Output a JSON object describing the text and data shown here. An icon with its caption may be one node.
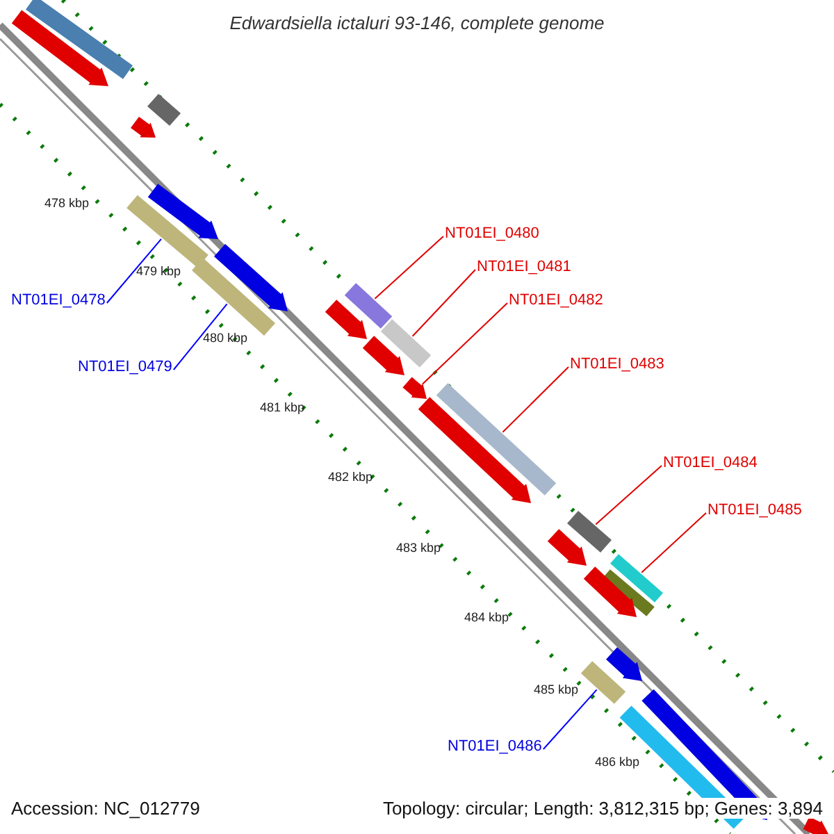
{
  "diagram": {
    "title": "Edwardsiella ictaluri 93-146, complete genome",
    "nodes": [
      {
        "text": [
          "NT01EI_0480"
        ]
      },
      {
        "text": [
          "NT01EI_0481"
        ]
      },
      {
        "text": [
          "NT01EI_0482"
        ]
      },
      {
        "text": [
          "NT01EI_0483"
        ]
      },
      {
        "text": [
          "NT01EI_0484"
        ]
      },
      {
        "text": [
          "NT01EI_0485"
        ]
      },
      {
        "text": [
          "NT01EI_0478"
        ]
      },
      {
        "text": [
          "NT01EI_0479"
        ]
      },
      {
        "text": [
          "NT01EI_0486"
        ]
      },
      {
        "text": [],
        "shape": "bar"
      },
      {
        "text": [],
        "shape": "bar"
      },
      {
        "text": [],
        "shape": "arrow"
      },
      {
        "text": [],
        "shape": "bar"
      },
      {
        "text": [],
        "shape": "bar"
      },
      {
        "text": [],
        "shape": "bar"
      },
      {
        "text": [],
        "shape": "bar"
      },
      {
        "text": [],
        "shape": "bar"
      },
      {
        "text": [],
        "shape": "bar"
      },
      {
        "text": [],
        "shape": "bar"
      },
      {
        "text": [],
        "shape": "arrow"
      },
      {
        "text": [],
        "shape": "bar"
      },
      {
        "text": [],
        "shape": "arrow"
      },
      {
        "text": [],
        "shape": "arrow"
      },
      {
        "text": [],
        "shape": "arrow"
      },
      {
        "text": [],
        "shape": "arrow"
      },
      {
        "text": [],
        "shape": "arrow"
      },
      {
        "text": [],
        "shape": "arrow"
      },
      {
        "text": [],
        "shape": "arrow"
      },
      {
        "text": [],
        "shape": "bar"
      },
      {
        "text": [],
        "shape": "arrow"
      },
      {
        "text": [],
        "shape": "arrow"
      },
      {
        "text": [],
        "shape": "bar"
      },
      {
        "text": [],
        "shape": "arrow"
      },
      {
        "text": [],
        "shape": "arrow"
      }
    ],
    "edges": [
      {
        "from": 0,
        "to": 9,
        "arrow": "none"
      },
      {
        "from": 1,
        "to": 10,
        "arrow": "none"
      },
      {
        "from": 2,
        "to": 11,
        "arrow": "none"
      },
      {
        "from": 3,
        "to": 12,
        "arrow": "none"
      },
      {
        "from": 4,
        "to": 13,
        "arrow": "none"
      },
      {
        "from": 5,
        "to": 14,
        "arrow": "none"
      },
      {
        "from": 6,
        "to": 15,
        "arrow": "none",
        "color": "#0000ff"
      },
      {
        "from": 7,
        "to": 16,
        "arrow": "none",
        "color": "#0000ff"
      },
      {
        "from": 8,
        "to": 17,
        "arrow": "none",
        "color": "#0000ff"
      }
    ],
    "labels": [
      "478 kbp",
      "479 kbp",
      "480 kbp",
      "481 kbp",
      "482 kbp",
      "483 kbp",
      "484 kbp",
      "485 kbp",
      "486 kbp",
      "Accession: NC_012779",
      "Topology: circular; Length: 3,812,315 bp; Genes: 3,894"
    ]
  }
}
